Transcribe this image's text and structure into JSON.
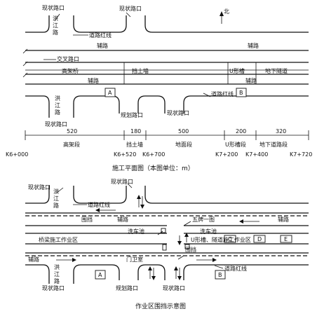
{
  "plan": {
    "north": "北",
    "existing_crossing": "现状路口",
    "hongjiang_road": [
      "洪",
      "江",
      "路"
    ],
    "road_red_line": "道路红线",
    "service_road": "辅路",
    "cross_intersection": "交叉路口",
    "viaduct": "高架桥",
    "retaining_wall": "挡土墙",
    "u_trough": "U形槽",
    "tunnel": "地下隧道",
    "planned_crossing": "规划路口",
    "block_a": "A",
    "block_b": "B",
    "segment_lengths": [
      "520",
      "180",
      "500",
      "200",
      "320"
    ],
    "segment_names": [
      "高架段",
      "挡土墙",
      "地面段",
      "U形槽段",
      "地下道路段"
    ],
    "stations": [
      "K6+000",
      "K6+520",
      "K6+700",
      "K7+200",
      "K7+400",
      "K7+720"
    ],
    "caption": "施工平面图（本图单位：m）"
  },
  "work": {
    "existing_crossing": "现状路口",
    "hongjiang_road": [
      "洪",
      "江",
      "路"
    ],
    "road_red_line": "道路红线",
    "hoarding": "围挡",
    "service_road": "辅路",
    "five_boards": "五牌一图",
    "wash_pool": "洗车池",
    "bridge_zone": "桥梁施工作业区",
    "guard_room": "门卫室",
    "tunnel_zone": "U形槽、隧道施工作业区",
    "planned_crossing": "规划路口",
    "block_a": "A",
    "block_b": "B",
    "block_c": "C",
    "block_d": "D",
    "block_e": "E",
    "caption": "作业区围挡示意图"
  }
}
